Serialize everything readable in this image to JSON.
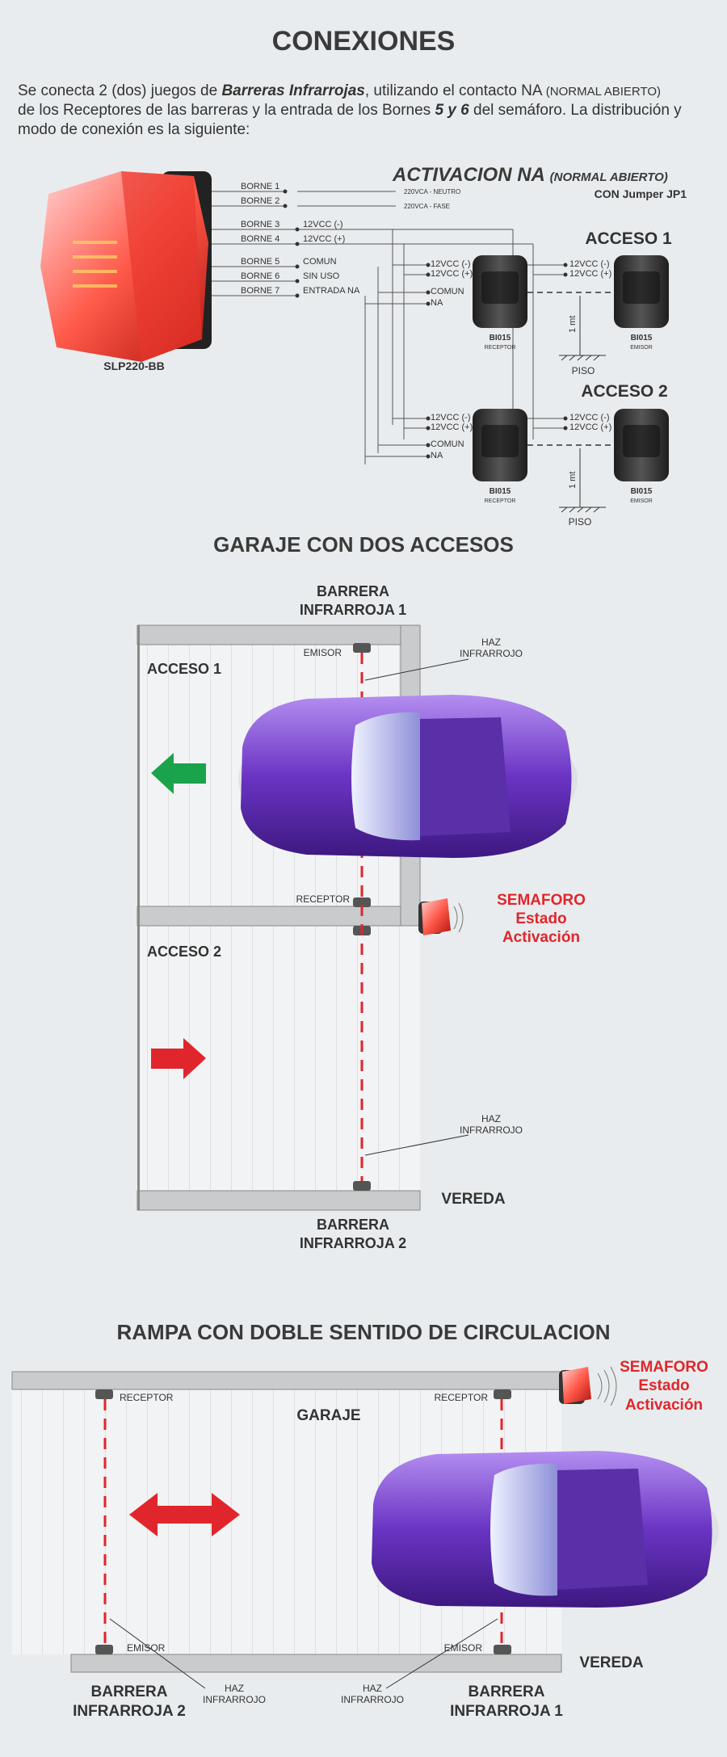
{
  "header": {
    "title": "CONEXIONES",
    "intro": {
      "p1": "Se conecta 2 (dos) juegos de ",
      "p2": "Barreras Infrarrojas",
      "p3": ", utilizando el contacto NA ",
      "p4": "(NORMAL ABIERTO)",
      "p5": "de los Receptores de las barreras y la entrada de los Bornes ",
      "p6": "5 y 6",
      "p7": " del semáforo. La distribución y",
      "p8": "modo de conexión es la siguiente:"
    }
  },
  "wiring": {
    "device_label": "SLP220-BB",
    "activation_title": "ACTIVACION NA",
    "activation_sub": "(NORMAL ABIERTO)",
    "jumper": "CON Jumper JP1",
    "bornes": [
      {
        "label": "BORNE 1",
        "signal": "220VCA - NEUTRO"
      },
      {
        "label": "BORNE 2",
        "signal": "220VCA - FASE"
      },
      {
        "label": "BORNE 3",
        "signal": "12VCC (-)"
      },
      {
        "label": "BORNE 4",
        "signal": "12VCC (+)"
      },
      {
        "label": "BORNE 5",
        "signal": "COMUN"
      },
      {
        "label": "BORNE 6",
        "signal": "SIN USO"
      },
      {
        "label": "BORNE 7",
        "signal": "ENTRADA NA"
      }
    ],
    "access1": "ACCESO 1",
    "access2": "ACCESO 2",
    "rx_terms": [
      "12VCC (-)",
      "12VCC (+)",
      "COMUN",
      "NA"
    ],
    "tx_terms": [
      "12VCC (-)",
      "12VCC (+)"
    ],
    "model": "BI015",
    "receptor": "RECEPTOR",
    "emisor": "EMISOR",
    "distance": "1 mt",
    "floor": "PISO"
  },
  "garage": {
    "title": "GARAJE CON DOS ACCESOS",
    "barrier1": [
      "BARRERA",
      "INFRARROJA 1"
    ],
    "barrier2": [
      "BARRERA",
      "INFRARROJA 2"
    ],
    "emisor": "EMISOR",
    "receptor": "RECEPTOR",
    "beam": [
      "HAZ",
      "INFRARROJO"
    ],
    "access1": "ACCESO 1",
    "access2": "ACCESO 2",
    "sidewalk": "VEREDA",
    "light": [
      "SEMAFORO",
      "Estado",
      "Activación"
    ]
  },
  "ramp": {
    "title": "RAMPA CON DOBLE SENTIDO DE CIRCULACION",
    "garage": "GARAJE",
    "receptor": "RECEPTOR",
    "emisor": "EMISOR",
    "beam": [
      "HAZ",
      "INFRARROJO"
    ],
    "barrier2": [
      "BARRERA",
      "INFRARROJA 2"
    ],
    "barrier1": [
      "BARRERA",
      "INFRARROJA 1"
    ],
    "sidewalk": "VEREDA",
    "light": [
      "SEMAFORO",
      "Estado",
      "Activación"
    ]
  },
  "colors": {
    "accent_red": "#e0262c",
    "arrow_green": "#1aa34a",
    "car_purple": "#6a34c4"
  }
}
